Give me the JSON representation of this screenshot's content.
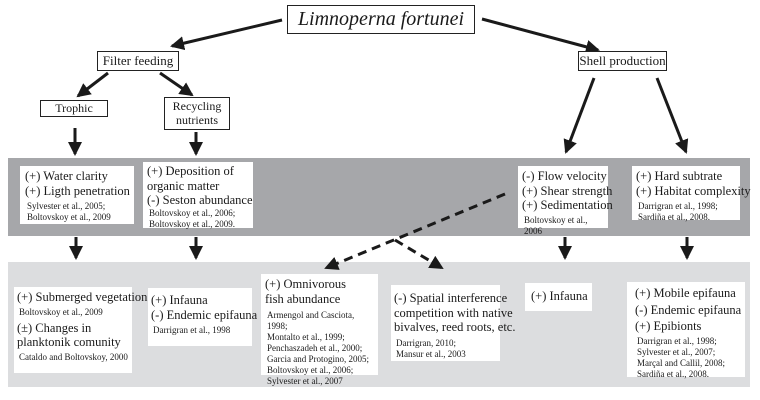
{
  "root": {
    "label": "Limnoperna fortunei"
  },
  "mechanisms": {
    "filter_feeding": "Filter feeding",
    "shell_production": "Shell production",
    "trophic": "Trophic",
    "recycling": [
      "Recycling",
      "nutrients"
    ]
  },
  "tier1": [
    {
      "effects": [
        "(+) Water clarity",
        "(+) Ligth penetration"
      ],
      "refs": [
        "Sylvester et al., 2005;",
        "Boltovskoy et al., 2009"
      ]
    },
    {
      "effects": [
        "(+) Deposition of",
        "organic matter",
        "(-) Seston abundance"
      ],
      "refs": [
        "Boltovskoy et al., 2006;",
        "Boltovskoy et al., 2009."
      ]
    },
    {
      "effects": [
        "(-) Flow velocity",
        "(+) Shear strength",
        "(+) Sedimentation"
      ],
      "refs": [
        "Boltovskoy et al., 2006"
      ]
    },
    {
      "effects": [
        "(+) Hard subtrate",
        "(+) Habitat complexity"
      ],
      "refs": [
        "Darrigran et al., 1998;",
        "Sardiña et al., 2008."
      ]
    }
  ],
  "tier2": [
    {
      "items": [
        {
          "effect": "(+) Submerged vegetation",
          "ref": "Boltovskoy et al., 2009"
        },
        {
          "effect": "(±) Changes in planktonik comunity",
          "ref": "Cataldo and Boltovskoy, 2000"
        }
      ]
    },
    {
      "effects": [
        "(+) Infauna",
        "(-) Endemic epifauna"
      ],
      "refs": [
        "Darrigran et al., 1998"
      ]
    },
    {
      "effects": [
        "(+) Omnivorous",
        "fish abundance"
      ],
      "refs": [
        "Armengol and Casciota, 1998;",
        "Montalto et al., 1999;",
        "Penchaszadeh et al., 2000;",
        "Garcia and Protogino, 2005;",
        "Boltovskoy et al., 2006;",
        "Sylvester et al., 2007"
      ]
    },
    {
      "effects": [
        "(-) Spatial interference",
        "competition with native",
        "bivalves, reed roots, etc."
      ],
      "refs": [
        "Darrigran, 2010;",
        "Mansur et al., 2003"
      ]
    },
    {
      "effects": [
        "(+) Infauna"
      ],
      "refs": []
    },
    {
      "effects": [
        "(+) Mobile epifauna",
        "(-) Endemic epifauna",
        "(+) Epibionts"
      ],
      "refs": [
        "Darrigran et al., 1998;",
        "Sylvester et al., 2007;",
        "Marçal and Callil, 2008;",
        "Sardiña et al., 2008."
      ]
    }
  ],
  "colors": {
    "tier1_band": "#a6a7aa",
    "tier2_band": "#dcdddf",
    "arrow": "#1a1a1a"
  }
}
